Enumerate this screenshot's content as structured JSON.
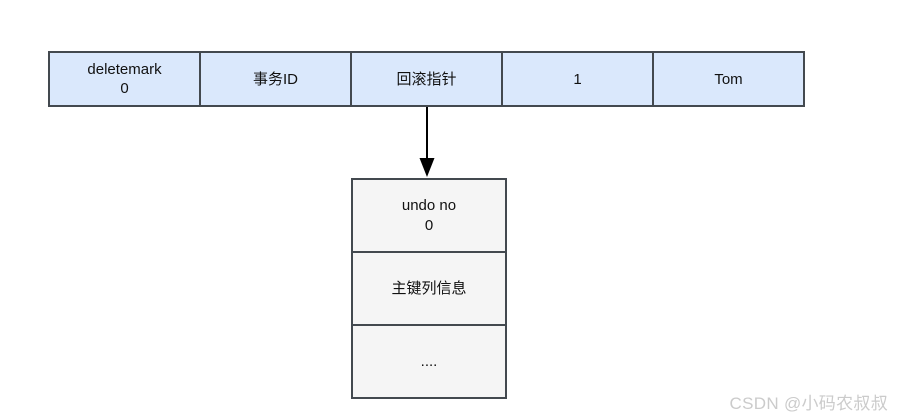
{
  "diagram": {
    "record_row": {
      "cells": [
        {
          "name": "deletemark",
          "lines": [
            "deletemark",
            "0"
          ]
        },
        {
          "name": "transaction-id",
          "lines": [
            "事务ID"
          ]
        },
        {
          "name": "rollback-pointer",
          "lines": [
            "回滚指针"
          ]
        },
        {
          "name": "id-value",
          "lines": [
            "1"
          ]
        },
        {
          "name": "name-value",
          "lines": [
            "Tom"
          ]
        }
      ]
    },
    "undo_log": {
      "cells": [
        {
          "name": "undo-no",
          "lines": [
            "undo no",
            "0"
          ]
        },
        {
          "name": "primary-key-info",
          "lines": [
            "主键列信息"
          ]
        },
        {
          "name": "ellipsis",
          "lines": [
            "...."
          ]
        }
      ]
    },
    "watermark": "CSDN @小码农叔叔",
    "colors": {
      "record_cell_fill": "#dae8fc",
      "undo_cell_fill": "#f5f5f5",
      "border": "#43494f",
      "arrow": "#000000",
      "text": "#111111",
      "watermark_text": "#cbcbcb"
    }
  }
}
